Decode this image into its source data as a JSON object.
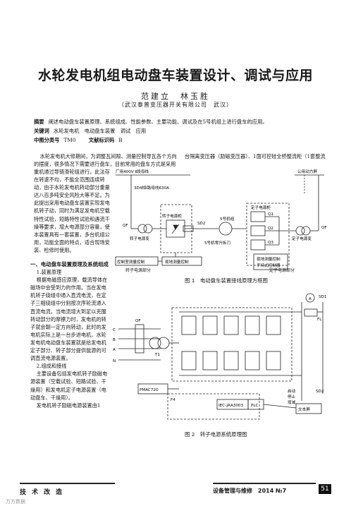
{
  "article": {
    "title": "水轮发电机组电动盘车装置设计、调试与应用",
    "authors": "范建立　林玉胜",
    "affiliation": "（武汉泰普变压器开关有限公司　武汉）"
  },
  "meta": {
    "abstract_label": "摘要",
    "abstract_text": "阐述电动盘车装置原理、系统组成、性能参数、主要功能、调试及在5号机组上进行盘车的应用。",
    "keywords_label": "关键词",
    "keywords_text": "水轮发电机　电动盘车装置　调试　应用",
    "class_label": "中图分类号",
    "class_value": "TM0",
    "doc_label": "文献标识码",
    "doc_value": "B"
  },
  "body": {
    "intro_p1": "水轮发电机大修期间，为调整瓦间隙、测量控制导瓦各个方向的摆度，很多情况下需要进行盘车，目前常用的盘车方式是采用桥式起重机通过导链滑轮组进行，此法存在转速不均，不能全范围连续转动，由于水轮发电机转动部分重量达八百多吨安全风险大等不足。为此提出采用电动盘车装置实现发电机转子动，同时为满足发电机空载特性试验，短路特性试验和遇流干燥等要求，增大电源部分容量，使本装置具有一套装置，多台机组公用，功能全面的特点，适合现场安装、检修时使用。",
    "sec1_heading": "一、电动盘车装置原理及系统组成",
    "sec1_1": "1.装置原理",
    "sec1_1_text": "根据电磁感应原理，载流导体在磁场中会受到力的作用。当在发电机转子绕组中通入直流电流，在定子三相绕组中分别按次序轮流通入直流电流，当电流增大到足以克服转动部分的摩擦力时，发电机的转子就会朝一定方向转动，此时的发电机实际上是一台步进电机，水轮发电机电动盘车装置就是给发电机定子部分、转子部分提供能源的可调直流电源装置。",
    "sec1_2": "2.组成和接线",
    "sec1_2_text": "主要设备包括发电机转子励磁电源装置（空载试验、短路试验、干燥用）和发电机定子电源装置（电动盘车、干燥用）。",
    "sec1_2_text2": "发电机转子励磁电源装置由1",
    "right_top": "台隔离变压器（励磁变压器）、1面可控硅全桥整流柜（1套整流"
  },
  "figure1": {
    "caption": "图 1　电动盘车装置接线原理方框图",
    "labels": {
      "source_left": "厂用400V Ⅱ段母线",
      "source_right": "公用动力屏",
      "cable": "3D4相Ⅰ路母线630A",
      "qf": "QF",
      "qf2": "QF",
      "excitation_xfmr": "转子电源变",
      "rotor_cabinet": "转子电源柜",
      "sd2": "SD2",
      "gen": "5号机组",
      "gen_link": "5号机零升拆刀",
      "stator_cabinet": "定子电源柜",
      "q1": "Q1",
      "q2": "Q2",
      "q3": "Q3",
      "stator_xfmr": "定子电源变",
      "ctrl_left": "控制室测量控制",
      "ctrl_mid": "现地测量控制",
      "ctrl_right_1": "现地测量控制",
      "ctrl_right_2": "手持式控制器",
      "part_rotor": "转子电源部分",
      "part_stator": "定子电源部分"
    }
  },
  "figure2": {
    "caption": "图 2　转子电源系统原理图",
    "labels": {
      "a": "A",
      "fl": "FL",
      "sd1": "SD1",
      "sd2": "SD2",
      "c": "C",
      "b": "B",
      "a2": "A",
      "n": "N",
      "qf": "QF",
      "t1": "T1",
      "pmac": "PMAC720",
      "f4": "F4",
      "plc_model": "IEC-JAA3003",
      "plc": "PLC",
      "start": "启动",
      "stop": "停止",
      "reset": "增减",
      "hmi": "文本屏"
    }
  },
  "footer": {
    "left": "技术改造",
    "right": "设备管理与维修　2014 №7",
    "page": "51",
    "watermark": "万方数据"
  }
}
